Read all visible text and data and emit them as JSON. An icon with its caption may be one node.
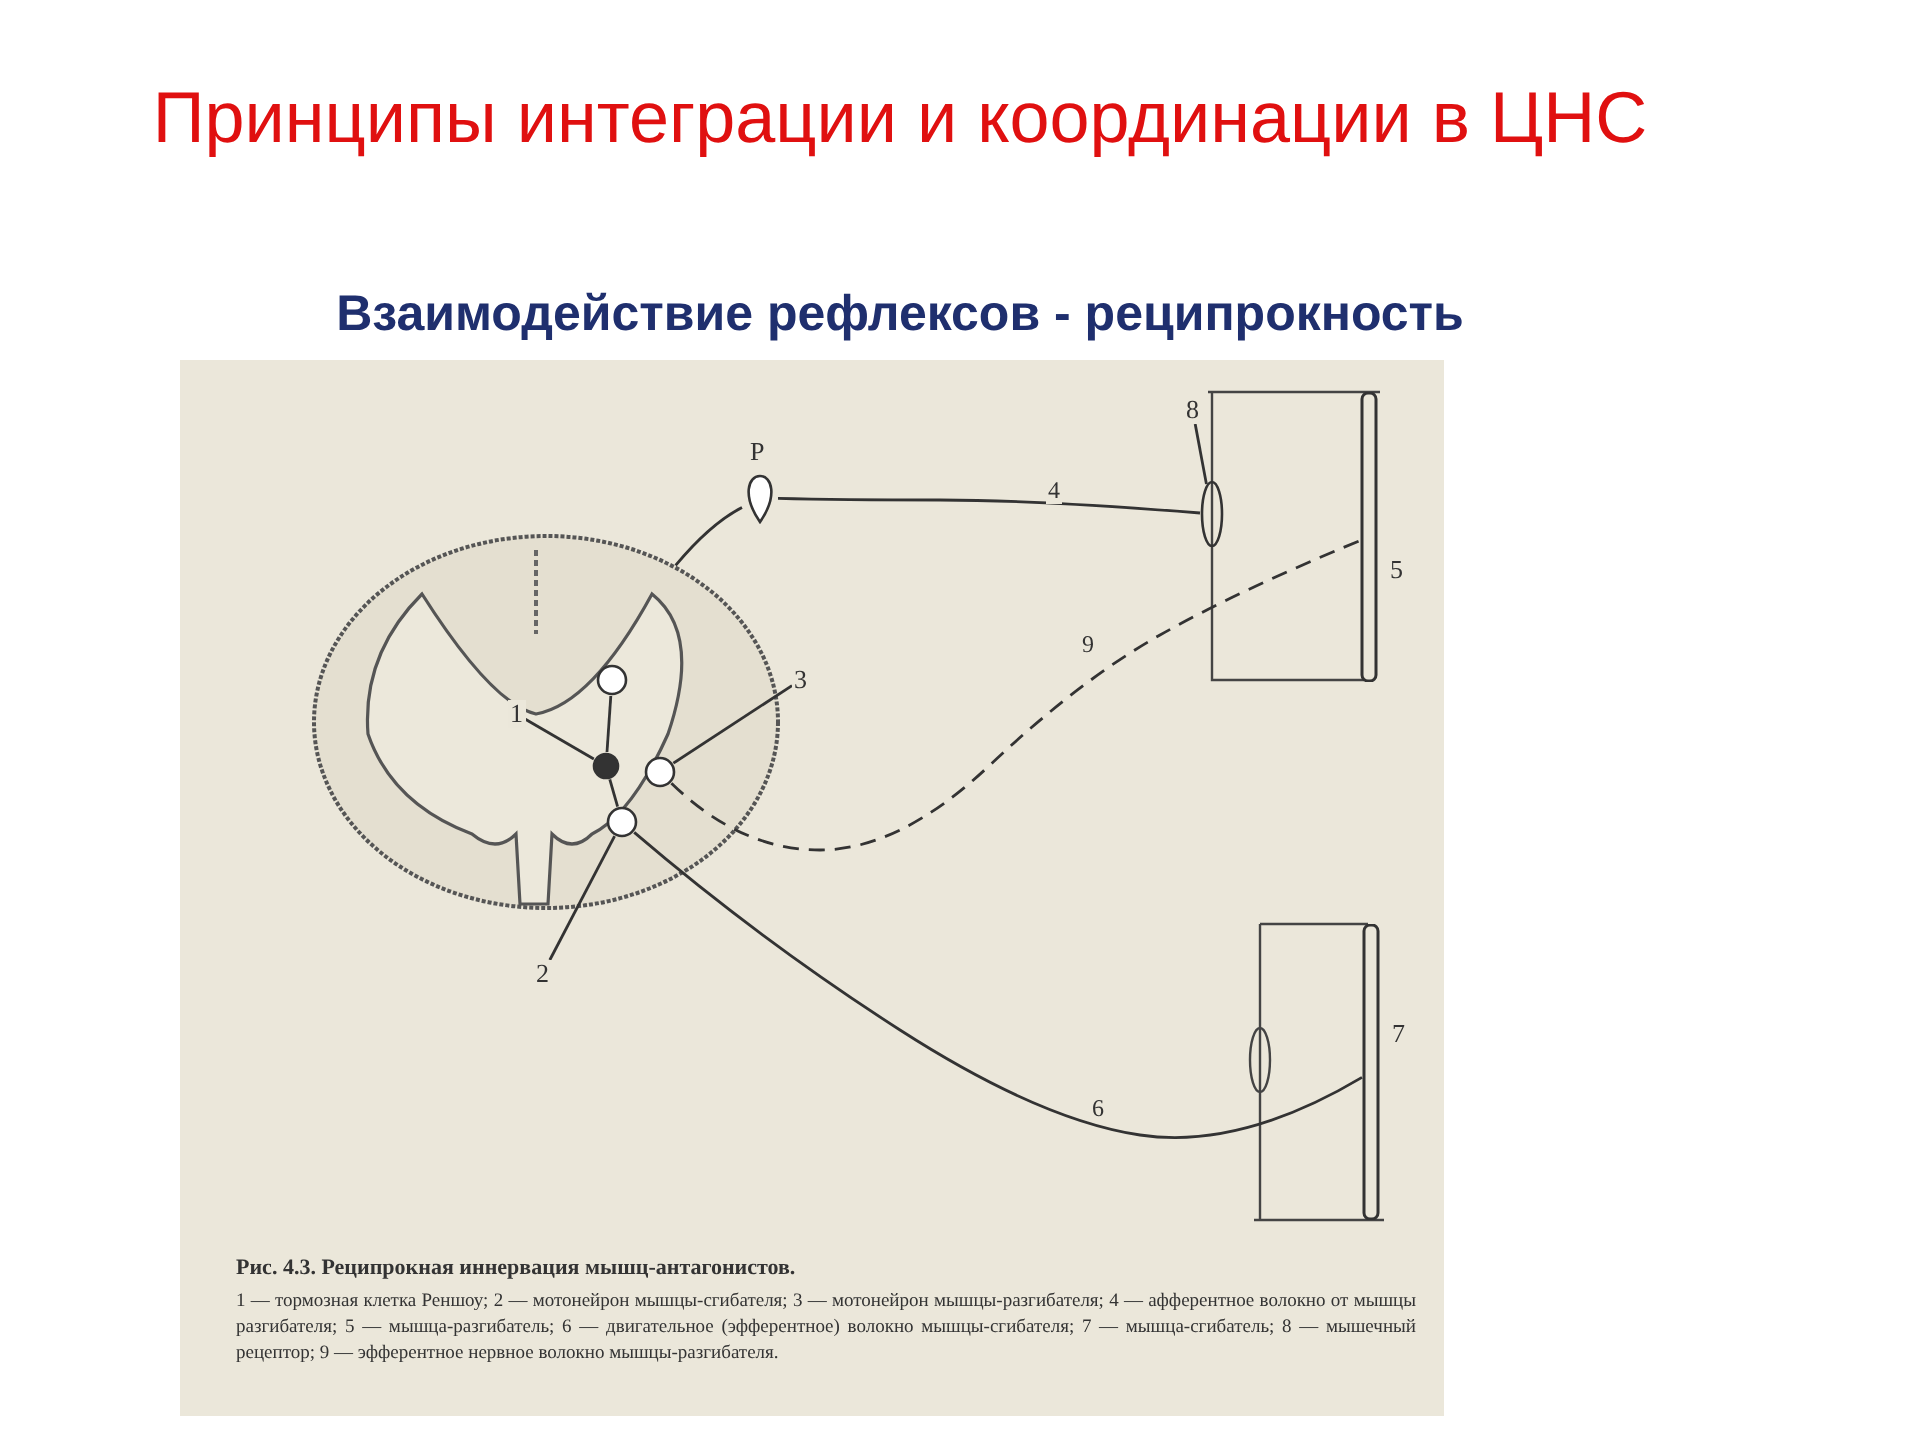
{
  "diagram": {
    "title": "Принципы интеграции и координации в ЦНС",
    "caption": "Рис. 4.3. Реципрокная иннервация мышц-антагонистов.",
    "nodes": [
      {
        "text": [],
        "shape": "picture"
      },
      {
        "text": [
          "1"
        ],
        "in": 0
      },
      {
        "text": [],
        "shape": "circle",
        "in": 0
      },
      {
        "text": [
          "2"
        ]
      },
      {
        "text": [],
        "shape": "circle",
        "in": 0
      },
      {
        "text": [
          "3"
        ]
      },
      {
        "text": [],
        "shape": "circle",
        "in": 0
      },
      {
        "text": [],
        "shape": "picture",
        "beside": [
          "Р"
        ]
      },
      {
        "text": [
          "8"
        ]
      },
      {
        "text": [],
        "shape": "ellipse"
      },
      {
        "text": [],
        "shape": "bar",
        "beside": [
          "5"
        ]
      },
      {
        "text": [],
        "shape": "bar",
        "beside": [
          "7"
        ]
      },
      {
        "text": [],
        "shape": "circle",
        "in": 0
      }
    ],
    "edges": [
      {
        "from": 1,
        "to": 2,
        "arrow": "none"
      },
      {
        "from": 3,
        "to": 4,
        "arrow": "none"
      },
      {
        "from": 5,
        "to": 6,
        "arrow": "none"
      },
      {
        "from": 8,
        "to": 9,
        "arrow": "none"
      },
      {
        "from": 9,
        "to": 7,
        "arrow": "none",
        "label": "4"
      },
      {
        "from": 7,
        "to": 0,
        "arrow": "none"
      },
      {
        "from": 6,
        "to": 10,
        "arrow": "none",
        "style": "dashed",
        "label": "9"
      },
      {
        "from": 4,
        "to": 11,
        "arrow": "none",
        "label": "6"
      },
      {
        "from": 12,
        "to": 2,
        "arrow": "none"
      },
      {
        "from": 2,
        "to": 4,
        "arrow": "none"
      }
    ],
    "labels": [
      "Взаимодействие рефлексов - реципрокность",
      "1 — тормозная клетка Реншоу; 2 — мотонейрон мышцы-сгибателя; 3 — мотонейрон мышцы-разгибателя; 4 — афферентное волокно от мышцы разгибателя; 5 — мышца-разгибатель; 6 — двигательное (эфферентное) волокно мышцы-сгибателя; 7 — мышца-сгибатель; 8 — мышечный рецептор; 9 — эфферентное нервное волокно мышцы-разгибателя."
    ]
  }
}
